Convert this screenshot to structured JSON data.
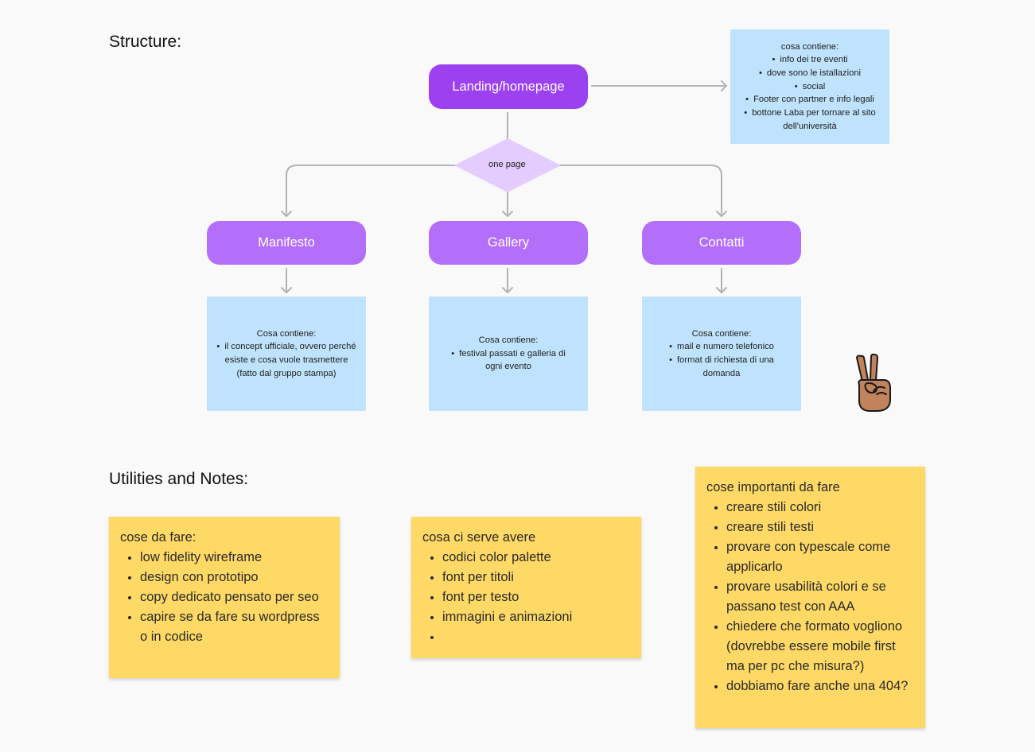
{
  "structure_title": "Structure:",
  "notes_title": "Utilities and Notes:",
  "landing": {
    "label": "Landing/homepage"
  },
  "landing_note": {
    "heading": "cosa contiene:",
    "items": [
      "info dei tre eventi",
      "dove sono le istallazioni",
      "social",
      "Footer con partner e info legali",
      "bottone Laba per tornare al sito dell'università"
    ]
  },
  "decision": {
    "label": "one page"
  },
  "pages": [
    {
      "label": "Manifesto"
    },
    {
      "label": "Gallery"
    },
    {
      "label": "Contatti"
    }
  ],
  "page_notes": [
    {
      "heading": "Cosa contiene:",
      "items": [
        "il concept ufficiale, ovvero perché esiste e cosa vuole trasmettere (fatto dal gruppo stampa)"
      ]
    },
    {
      "heading": "Cosa contiene:",
      "items": [
        "festival passati e galleria di ogni evento"
      ]
    },
    {
      "heading": "Cosa contiene:",
      "items": [
        "mail e numero telefonico",
        "format di richiesta di una domanda"
      ]
    }
  ],
  "stickies": [
    {
      "heading": "cose da fare:",
      "items": [
        "low fidelity wireframe",
        "design con prototipo",
        "copy dedicato pensato per seo",
        "capire se da fare su wordpress o in codice"
      ]
    },
    {
      "heading": "cosa ci serve avere",
      "items": [
        "codici color palette",
        "font per titoli",
        "font per testo",
        "immagini  e animazioni",
        ""
      ]
    },
    {
      "heading": "cose importanti da fare",
      "items": [
        "creare stili colori",
        "creare stili testi",
        "provare con typescale come applicarlo",
        "provare usabilità colori e se passano test con AAA",
        "chiedere che formato vogliono (dovrebbe essere mobile first ma per pc che misura?)",
        "dobbiamo fare anche una 404?"
      ]
    }
  ],
  "colors": {
    "primary_pill": "#9b41f0",
    "pill": "#b36efa",
    "blue_note": "#bfe3fc",
    "diamond": "#e4ccff",
    "sticky": "#ffd966",
    "connector": "#b3b3b3"
  },
  "icons": {
    "emoji": "victory-hand-icon"
  }
}
